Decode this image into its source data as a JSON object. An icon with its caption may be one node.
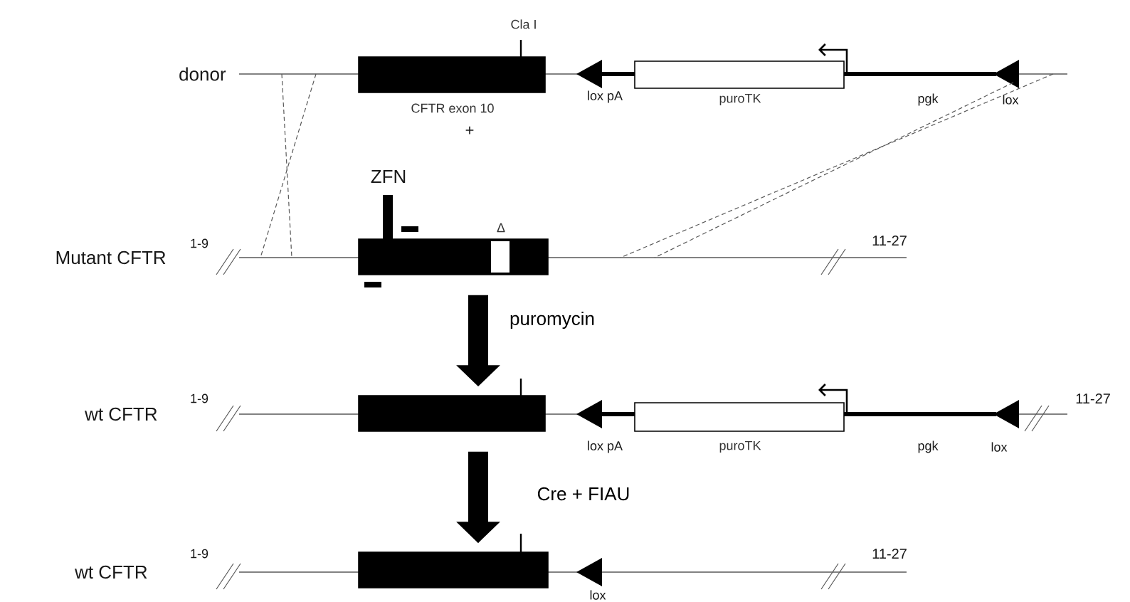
{
  "diagram": {
    "nodes": [
      {
        "text": [],
        "shape": "box",
        "beside": [
          "Cla I",
          "CFTR exon 10"
        ]
      },
      {
        "text": [],
        "shape": "box",
        "beside": [
          "puroTK"
        ]
      },
      {
        "text": [],
        "shape": "box",
        "beside": [
          "Δ"
        ]
      },
      {
        "text": [],
        "shape": "box"
      },
      {
        "text": [],
        "shape": "box",
        "beside": [
          "puroTK"
        ]
      },
      {
        "text": [],
        "shape": "box"
      }
    ],
    "edges": [
      {
        "from": 2,
        "to": 3,
        "arrow": "to",
        "label": "puromycin"
      },
      {
        "from": 3,
        "to": 5,
        "arrow": "to",
        "label": "Cre + FIAU"
      }
    ],
    "labels": [
      "donor",
      "lox pA",
      "pgk",
      "lox",
      "+",
      "ZFN",
      "Mutant CFTR",
      "1-9",
      "11-27",
      "wt CFTR",
      "1-9",
      "lox pA",
      "pgk",
      "lox",
      "11-27",
      "wt CFTR",
      "1-9",
      "11-27",
      "lox"
    ]
  }
}
